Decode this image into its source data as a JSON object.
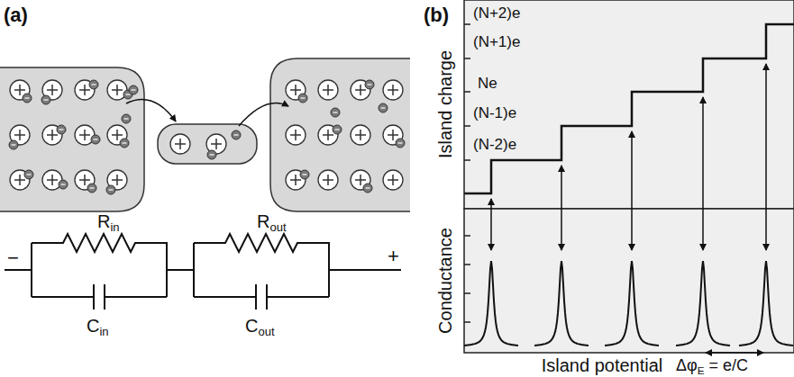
{
  "diagram": {
    "labels": [
      "(a)",
      "(b)",
      "Rin",
      "Rout",
      "Cin",
      "Cout",
      "−",
      "+",
      "(N+2)e",
      "(N+1)e",
      "Ne",
      "(N-1)e",
      "(N-2)e",
      "Island charge",
      "Conductance",
      "Island potential",
      "ΔφE = e/C"
    ]
  }
}
